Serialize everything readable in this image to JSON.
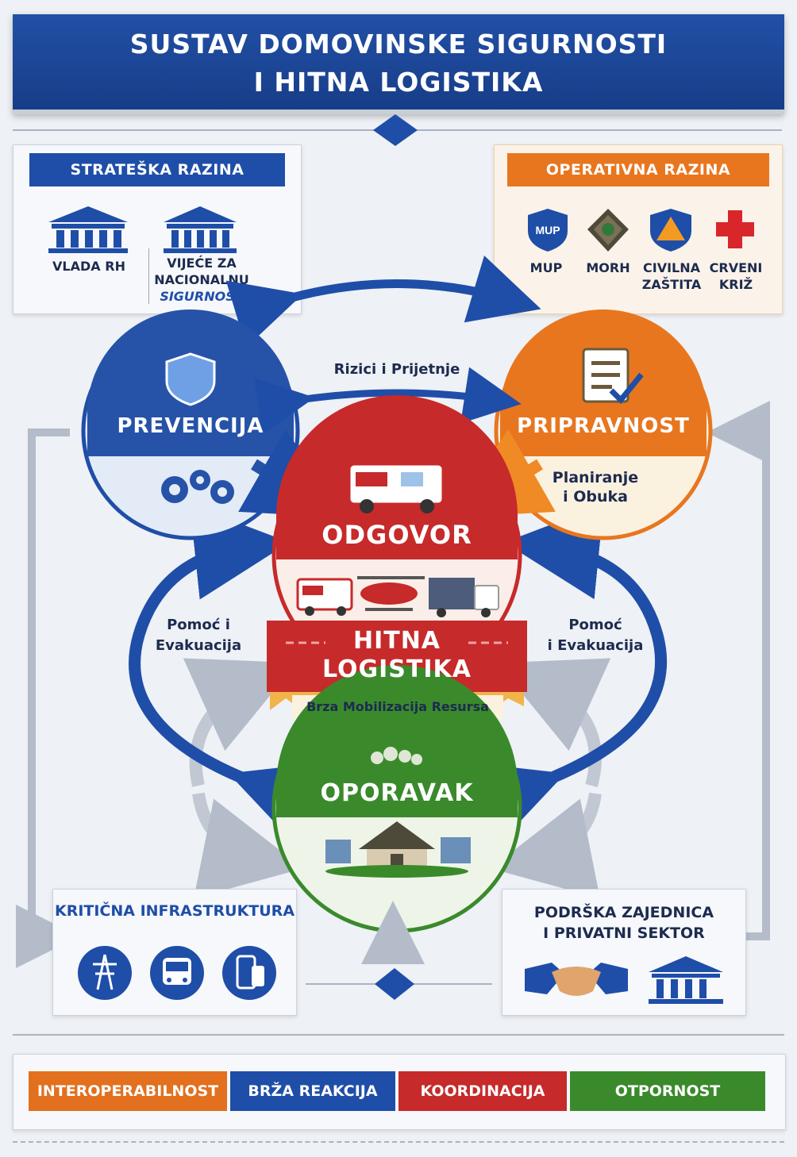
{
  "title": {
    "line1": "SUSTAV DOMOVINSKE SIGURNOSTI",
    "line2": "I HITNA LOGISTIKA"
  },
  "strategic": {
    "heading": "STRATEŠKA RAZINA",
    "items": [
      {
        "label": "VLADA RH",
        "icon": "government-building-icon"
      },
      {
        "label_lines": [
          "VIJEĆE ZA",
          "NACIONALNU"
        ],
        "label_emph": "SIGURNOST",
        "icon": "council-building-icon"
      }
    ]
  },
  "operational": {
    "heading": "OPERATIVNA RAZINA",
    "mup_badge": "MUP",
    "items": [
      {
        "label": "MUP",
        "icon": "police-shield-icon"
      },
      {
        "label": "MORH",
        "icon": "defense-emblem-icon"
      },
      {
        "label_lines": [
          "CIVILNA",
          "ZAŠTITA"
        ],
        "icon": "civil-protection-icon"
      },
      {
        "label_lines": [
          "CRVENI",
          "KRIŽ"
        ],
        "icon": "red-cross-icon"
      }
    ]
  },
  "cycle": {
    "prevention": "PREVENCIJA",
    "preparedness": "PRIPRAVNOST",
    "preparedness_sub": [
      "Planiranje",
      "i Obuka"
    ],
    "response": "ODGOVOR",
    "recovery": "OPORAVAK",
    "risks_label": "Rizici i Prijetnje",
    "help_left": [
      "Pomoć i",
      "Evakuacija"
    ],
    "help_right": [
      "Pomoć",
      "i Evakuacija"
    ]
  },
  "logistics": {
    "line1": "HITNA",
    "line2": "LOGISTIKA",
    "sub": "Brza Mobilizacija Resursa"
  },
  "infrastructure": {
    "heading": "KRITIČNA INFRASTRUKTURA"
  },
  "community": {
    "line1": "PODRŠKA ZAJEDNICA",
    "line2": "I PRIVATNI SEKTOR"
  },
  "footer": [
    {
      "label": "INTEROPERABILNOST",
      "color": "#e2701f"
    },
    {
      "label": "BRŽA REAKCIJA",
      "color": "#1f4ea8"
    },
    {
      "label": "KOORDINACIJA",
      "color": "#c62a2a"
    },
    {
      "label": "OTPORNOST",
      "color": "#3a8a2c"
    }
  ],
  "colors": {
    "navy": "#1f4ea8",
    "orange": "#e8761f",
    "red": "#c62a2a",
    "green": "#3a8a2c",
    "cream": "#fbf1df"
  }
}
